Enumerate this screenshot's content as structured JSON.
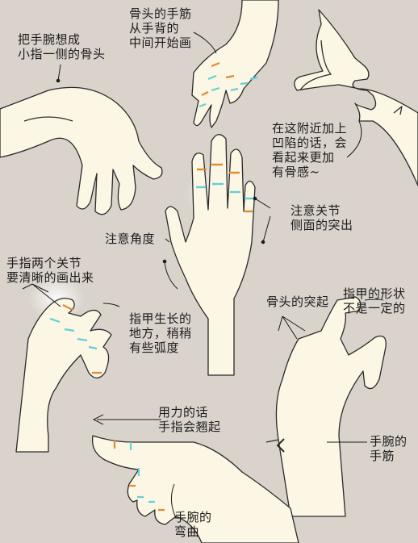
{
  "annotations": {
    "wrist_pinky": "把手腕想成\n小指一侧的骨头",
    "bone_tendon": "骨头的手筋\n从手背的\n中间开始画",
    "bony_feel": "在这附近加上\n凹陷的话，会\n看起来更加\n有骨感~",
    "joint_side": "注意关节\n侧面的突出",
    "angle": "注意角度",
    "two_joints": "手指两个关节\n要清晰的画出来",
    "nail_curve": "指甲生长的\n地方，稍稍\n有些弧度",
    "bone_protrude": "骨头的突起",
    "nail_shape": "指甲的形状\n不是一定的",
    "force": "用力的话\n手指会翘起",
    "wrist_tendon": "手腕的\n手筋",
    "wrist_bend": "手腕的\n弯曲"
  },
  "colors": {
    "background": "#d9d3cc",
    "skin": "#fbf7e4",
    "outline": "#2a2a2a",
    "joint_orange": "#e08a2e",
    "joint_cyan": "#5fd0d6",
    "text": "#1b1b1b"
  }
}
